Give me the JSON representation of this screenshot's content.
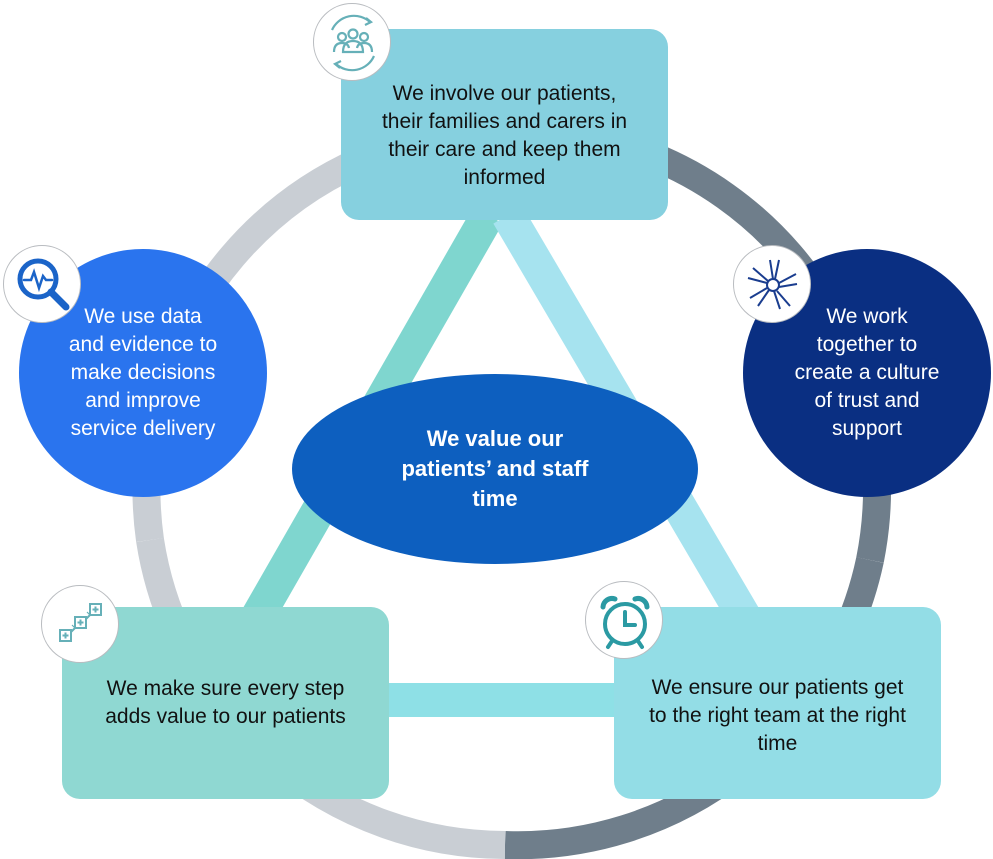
{
  "center": {
    "text": "We value our\npatients’ and staff\ntime",
    "color": "#0d5fbf"
  },
  "nodes": {
    "top": {
      "text": "We involve our patients,\ntheir families and carers in\ntheir care and keep them\ninformed",
      "color": "#86d0df",
      "icon": "people-cycle-icon"
    },
    "right": {
      "text": "We work\ntogether to\ncreate a culture\nof trust and\nsupport",
      "color": "#0a2f82",
      "icon": "joined-hands-icon"
    },
    "bottom_right": {
      "text": "We ensure our patients get\nto the right team at the right\ntime",
      "color": "#93dde6",
      "icon": "alarm-clock-icon"
    },
    "bottom_left": {
      "text": "We make sure every step\nadds value to our patients",
      "color": "#8fd8d2",
      "icon": "steps-plus-icon"
    },
    "left": {
      "text": "We use data\nand evidence to\nmake decisions\nand improve\nservice delivery",
      "color": "#2a74ee",
      "icon": "data-search-icon"
    }
  },
  "colors": {
    "ring_light": "#c9ced4",
    "ring_dark": "#6f7e8b",
    "triangle_left": "#7fd6cf",
    "triangle_right": "#a6e3ef",
    "connector": "#8ee0e6",
    "icon_stroke": "#66b0b8",
    "icon_stroke_dark": "#1a3d8f",
    "icon_stroke_blue": "#1b64c8"
  }
}
